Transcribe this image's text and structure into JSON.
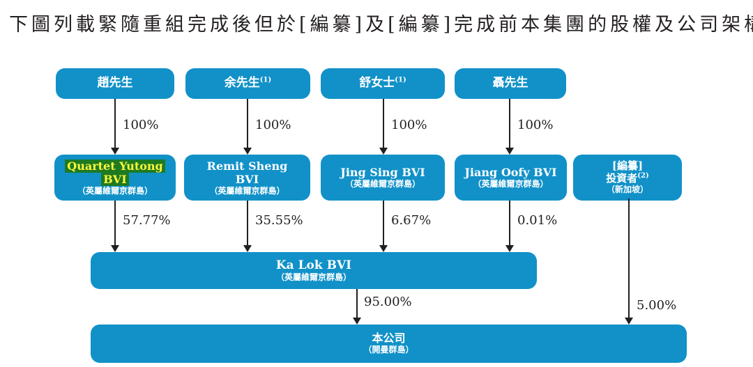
{
  "header": {
    "text": "下圖列載緊隨重組完成後但於[編纂]及[編纂]完成前本集團的股權及公司架構："
  },
  "colors": {
    "box_teal": "#1191c8",
    "box_text": "#ffffff",
    "highlight_bg": "#1d7a21",
    "highlight_text": "#fdf63c",
    "arrow": "#231f20"
  },
  "row1": [
    {
      "label": "趙先生",
      "sup": ""
    },
    {
      "label": "余先生",
      "sup": "(1)"
    },
    {
      "label": "舒女士",
      "sup": "(1)"
    },
    {
      "label": "聶先生",
      "sup": ""
    }
  ],
  "row1_percents": [
    "100%",
    "100%",
    "100%",
    "100%"
  ],
  "row2": [
    {
      "line1": "Quartet Yutong",
      "line2": "BVI",
      "sub": "（英屬維爾京群島）",
      "highlighted": true
    },
    {
      "line1": "Remit Sheng",
      "line2": "BVI",
      "sub": "（英屬維爾京群島）"
    },
    {
      "line1": "Jing Sing BVI",
      "line2": "",
      "sub": "（英屬維爾京群島）"
    },
    {
      "line1": "Jiang Oofy BVI",
      "line2": "",
      "sub": "（英屬維爾京群島）"
    },
    {
      "line1": "[編纂]",
      "line2": "投資者",
      "sup": "(2)",
      "sub": "（新加坡）"
    }
  ],
  "row2_percents": [
    "57.77%",
    "35.55%",
    "6.67%",
    "0.01%"
  ],
  "kalok": {
    "title": "Ka Lok BVI",
    "sub": "（英屬維爾京群島）"
  },
  "kalok_percent": "95.00%",
  "investor_percent": "5.00%",
  "company": {
    "title": "本公司",
    "sub": "（開曼群島）"
  }
}
